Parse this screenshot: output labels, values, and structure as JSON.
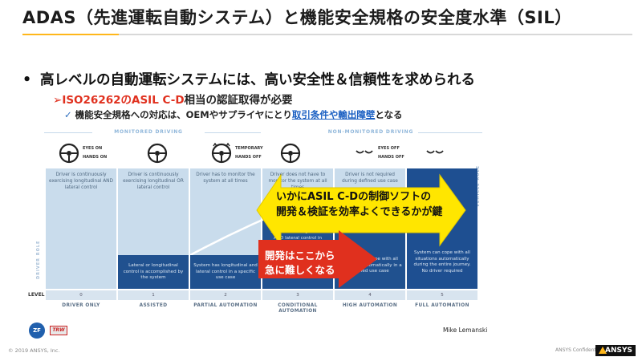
{
  "slide": {
    "title": "ADAS（先進運転自動システム）と機能安全規格の安全度水準（SIL）",
    "bullet": "高レベルの自動運転システムには、高い安全性＆信頼性を求められる",
    "sub1_arrow": "➢",
    "sub1_red": "ISO26262のASIL C-D",
    "sub1_rest": "相当の認証取得が必要",
    "sub2_check": "✓",
    "sub2_text": "機能安全規格への対応は、OEMやサプライヤにとり",
    "sub2_link": "取引条件や輸出障壁",
    "sub2_end": "となる"
  },
  "diagram": {
    "monitored": "MONITORED DRIVING",
    "non_monitored": "NON-MONITORED DRIVING",
    "driver_role": "DRIVER ROLE",
    "vehicle_role": "VEHICLE ROLE",
    "level_label": "LEVEL",
    "icons": [
      {
        "line1": "EYES ON",
        "line2": "HANDS ON"
      },
      {
        "line1": "",
        "line2": ""
      },
      {
        "line1": "TEMPORARY",
        "line2": "HANDS OFF"
      },
      {
        "line1": "",
        "line2": ""
      },
      {
        "line1": "EYES OFF",
        "line2": "HANDS OFF"
      },
      {
        "line1": "",
        "line2": ""
      }
    ],
    "columns": [
      {
        "level": "0",
        "name": "DRIVER ONLY",
        "top": "Driver is continuously exercising longitudinal AND lateral control",
        "bottom": ""
      },
      {
        "level": "1",
        "name": "ASSISTED",
        "top": "Driver is continuously exercising longitudinal OR lateral control",
        "bottom": "Lateral or longitudinal control is accomplished by the system"
      },
      {
        "level": "2",
        "name": "PARTIAL AUTOMATION",
        "top": "Driver has to monitor the system at all times",
        "bottom": "System has longitudinal and lateral control in a specific use case"
      },
      {
        "level": "3",
        "name": "CONDITIONAL AUTOMATION",
        "top": "Driver does not have to monitor the system at all times",
        "bottom": "System has longitudinal AND lateral control in"
      },
      {
        "level": "4",
        "name": "HIGH AUTOMATION",
        "top": "Driver is not required during defined use case",
        "bottom": "System can cope with all situations automatically in a defined use case"
      },
      {
        "level": "5",
        "name": "FULL AUTOMATION",
        "top": "",
        "bottom": "System can cope with all situations automatically during the entire journey. No driver required"
      }
    ],
    "callout_yellow_1": "いかにASIL C-Dの制御ソフトの",
    "callout_yellow_2": "開発＆検証を効率よくできるかが鍵",
    "callout_red_1": "開発はここから",
    "callout_red_2": "急に難しくなる",
    "credit": "Mike Lemanski",
    "logo_zf": "ZF",
    "logo_trw": "TRW"
  },
  "footer": {
    "copyright": "© 2019 ANSYS, Inc.",
    "confidential": "ANSYS Confidential",
    "brand": "ANSYS"
  },
  "colors": {
    "accent": "#ffb71b",
    "red": "#e0301e",
    "link": "#1a5fc2",
    "navy": "#1e4f91"
  }
}
